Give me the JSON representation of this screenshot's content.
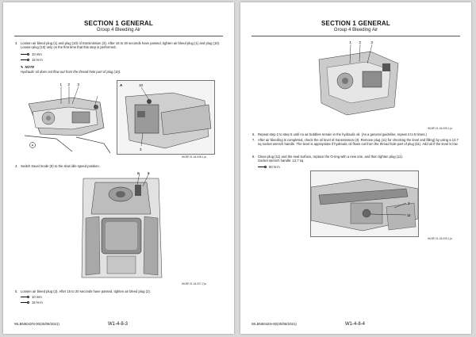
{
  "page_left": {
    "section": "SECTION 1 GENERAL",
    "group": "Group 4 Bleeding Air",
    "step3": "Loosen air bleed plug (1) and plug (10) of transmission (3). After 15 to 20 seconds have passed, tighten air bleed plug (1) and plug (10). Loosen plug (10) only on the first time that this step is performed.",
    "step3_num": "3.",
    "spec_a1": "10 mm",
    "spec_a2": "15 N·m",
    "note_title": "NOTE",
    "note_body": "Hydraulic oil does not flow out from the thread hole part of plug (10).",
    "fig1_caption": "WLBP-01-04-008-1 ja",
    "step4_num": "4.",
    "step4": "Switch travel mode (8) to the slow idle speed position.",
    "fig2_caption": "WLBP-01-04-007-2 ja",
    "step5_num": "5.",
    "step5": "Loosen air bleed plug (2). After 15 to 20 seconds have passed, tighten air bleed plug (2).",
    "spec_b1": "10 mm",
    "spec_b2": "15 N·m",
    "footer": "WLBN5042N-00(30/08/2021)",
    "page_number": "W1-4-8-3"
  },
  "page_right": {
    "section": "SECTION 1 GENERAL",
    "group": "Group 4 Bleeding Air",
    "fig1_caption": "WLBP-01-04-005-1 ja",
    "step6_num": "6.",
    "step6": "Repeat step 2 to step 5 until no air bubbles remain in the hydraulic oil. (As a general guideline, repeat 4 to 5 times.)",
    "step7_num": "7.",
    "step7": "After air bleeding is completed, check the oil level of transmission (3). Remove plug (11) for checking the level and filling) by using a 12.7 sq socket wrench handle. The level is appropriate if hydraulic oil flows out from the thread hole part of plug (11). Add oil if the level is low.",
    "step8_num": "8.",
    "step8": "Clean plug (11) and the seal surface, replace the O-ring with a new one, and then tighten plug (11).",
    "step8b": "Socket wrench handle: 12.7 sq",
    "spec_c1": "50 N·m",
    "fig2_caption": "WLBP-01-04-009-1 ja",
    "footer": "WLBN5042N-00(30/08/2021)",
    "page_number": "W1-4-8-4"
  },
  "labels": {
    "l1": "1",
    "l2": "2",
    "l3": "3",
    "l10": "10",
    "lA": "A",
    "lA2": "A",
    "l8": "8",
    "l9": "9",
    "l11": "11"
  }
}
